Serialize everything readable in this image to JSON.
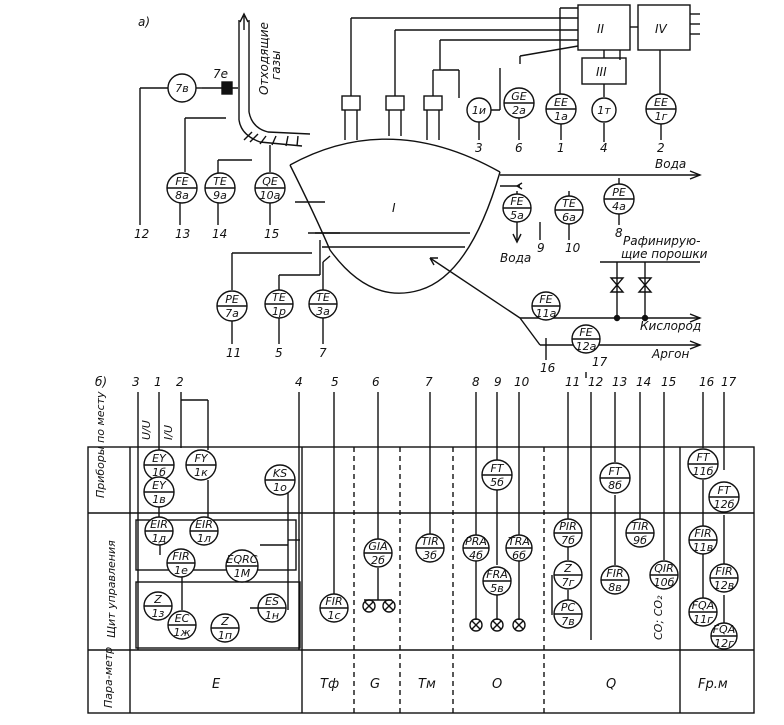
{
  "part_a": {
    "label": "а)",
    "furnace_label": "I",
    "control_boxes": [
      "II",
      "III",
      "IV"
    ],
    "exhaust_label_1": "Отходящие",
    "exhaust_label_2": "газы",
    "water_in": "Вода",
    "water_out": "Вода",
    "powders_1": "Рафинирую-",
    "powders_2": "щие порошки",
    "oxygen": "Кислород",
    "argon": "Аргон",
    "valve_label": "7е",
    "instruments": [
      {
        "id": "p7v",
        "l1": "",
        "l2": "7в"
      },
      {
        "id": "fe8a",
        "l1": "FE",
        "l2": "8а"
      },
      {
        "id": "te9a",
        "l1": "TE",
        "l2": "9а"
      },
      {
        "id": "qe10a",
        "l1": "QE",
        "l2": "10а"
      },
      {
        "id": "p1i",
        "l1": "",
        "l2": "1и"
      },
      {
        "id": "ge2a",
        "l1": "GE",
        "l2": "2а"
      },
      {
        "id": "ee1a",
        "l1": "EE",
        "l2": "1а"
      },
      {
        "id": "p1m",
        "l1": "",
        "l2": "1т"
      },
      {
        "id": "ee1g",
        "l1": "EE",
        "l2": "1г"
      },
      {
        "id": "pe4a",
        "l1": "PE",
        "l2": "4а"
      },
      {
        "id": "fe5a",
        "l1": "FE",
        "l2": "5а"
      },
      {
        "id": "te6a",
        "l1": "TE",
        "l2": "6а"
      },
      {
        "id": "pe7a",
        "l1": "PE",
        "l2": "7а"
      },
      {
        "id": "te1r",
        "l1": "TE",
        "l2": "1р"
      },
      {
        "id": "te3a",
        "l1": "TE",
        "l2": "3а"
      },
      {
        "id": "fe11a",
        "l1": "FE",
        "l2": "11а"
      },
      {
        "id": "fe12a",
        "l1": "FE",
        "l2": "12а"
      }
    ],
    "line_numbers": [
      "12",
      "13",
      "14",
      "15",
      "3",
      "6",
      "1",
      "4",
      "2",
      "8",
      "9",
      "10",
      "11",
      "5",
      "7",
      "16",
      "17"
    ]
  },
  "part_b": {
    "label": "б)",
    "top_numbers": [
      "3",
      "1",
      "2",
      "4",
      "5",
      "6",
      "7",
      "8",
      "9",
      "10",
      "11",
      "12",
      "13",
      "14",
      "15",
      "16",
      "17"
    ],
    "row_labels": [
      "Приборы по месту",
      "Щит управления",
      "Пара-метр"
    ],
    "voltage_labels": [
      "U/U",
      "I/U"
    ],
    "parameters": [
      "E",
      "Tф",
      "G",
      "Tм",
      "O",
      "Q",
      "Fр.м"
    ],
    "gas_label": "CO; CO₂",
    "field_instruments": [
      {
        "id": "ey1b",
        "l1": "EY",
        "l2": "1б"
      },
      {
        "id": "fy1k",
        "l1": "FY",
        "l2": "1к"
      },
      {
        "id": "ey1v",
        "l1": "EY",
        "l2": "1в"
      },
      {
        "id": "ks1o",
        "l1": "KS",
        "l2": "1о"
      },
      {
        "id": "ft5b",
        "l1": "FT",
        "l2": "5б"
      },
      {
        "id": "ft8b",
        "l1": "FT",
        "l2": "8б"
      },
      {
        "id": "ft11b",
        "l1": "FT",
        "l2": "11б"
      },
      {
        "id": "ft12b",
        "l1": "FT",
        "l2": "12б"
      }
    ],
    "panel_instruments": [
      {
        "id": "eir1d",
        "l1": "EIR",
        "l2": "1д"
      },
      {
        "id": "eir1l",
        "l1": "EIR",
        "l2": "1л"
      },
      {
        "id": "fir1e",
        "l1": "FIR",
        "l2": "1е"
      },
      {
        "id": "eqrc1m",
        "l1": "EQRC",
        "l2": "1М"
      },
      {
        "id": "z1z",
        "l1": "Z",
        "l2": "1з"
      },
      {
        "id": "ec1j",
        "l1": "EC",
        "l2": "1ж"
      },
      {
        "id": "z1p",
        "l1": "Z",
        "l2": "1п"
      },
      {
        "id": "es1n",
        "l1": "ES",
        "l2": "1н"
      },
      {
        "id": "fir1c",
        "l1": "FIR",
        "l2": "1с"
      },
      {
        "id": "gia2b",
        "l1": "GIA",
        "l2": "2б"
      },
      {
        "id": "tir3b",
        "l1": "TIR",
        "l2": "3б"
      },
      {
        "id": "pra4b",
        "l1": "PRA",
        "l2": "4б"
      },
      {
        "id": "fra5v",
        "l1": "FRA",
        "l2": "5в"
      },
      {
        "id": "tra6b",
        "l1": "TRA",
        "l2": "6б"
      },
      {
        "id": "pir7b",
        "l1": "PIR",
        "l2": "7б"
      },
      {
        "id": "z7g",
        "l1": "Z",
        "l2": "7г"
      },
      {
        "id": "pc7v",
        "l1": "PC",
        "l2": "7в"
      },
      {
        "id": "fir8v",
        "l1": "FIR",
        "l2": "8в"
      },
      {
        "id": "tir9b",
        "l1": "TIR",
        "l2": "9б"
      },
      {
        "id": "qir10b",
        "l1": "QIR",
        "l2": "10б"
      },
      {
        "id": "fir11v",
        "l1": "FIR",
        "l2": "11в"
      },
      {
        "id": "fir12v",
        "l1": "FIR",
        "l2": "12в"
      },
      {
        "id": "fqa11g",
        "l1": "FQA",
        "l2": "11г"
      },
      {
        "id": "fqa12g",
        "l1": "FQA",
        "l2": "12г"
      }
    ]
  }
}
